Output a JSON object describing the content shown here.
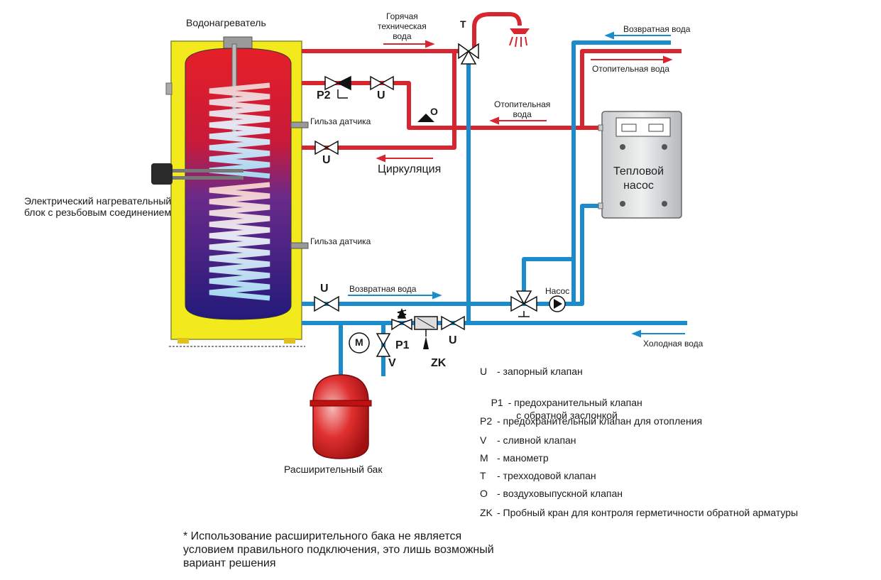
{
  "labels": {
    "heater": "Водонагреватель",
    "hot_water": "Горячая\nтехническая\nвода",
    "return_water_top": "Возвратная вода",
    "heating_water_out": "Отопительная вода",
    "heating_water_mid": "Отопительная\nвода",
    "sensor_sleeve_top": "Гильза датчика",
    "sensor_sleeve_bottom": "Гильза датчика",
    "circulation": "Циркуляция",
    "electric_block": "Электрический нагревательный\nблок с резьбовым соединением",
    "heat_pump": "Тепловой\nнасос",
    "return_water_bottom": "Возвратная  вода",
    "pump": "Насос",
    "cold_water": "Холодная вода",
    "expansion_tank": "Расширительный бак"
  },
  "valve_marks": {
    "T": "T",
    "P2": "P2",
    "U_top": "U",
    "O": "O",
    "U_circ": "U",
    "U_return": "U",
    "M": "M",
    "P1": "P1",
    "V": "V",
    "ZK": "ZK",
    "U_cold": "U"
  },
  "legend": [
    {
      "code": "U",
      "text": "- запорный клапан"
    },
    {
      "code": "P1",
      "text": "- предохранительный клапан\n   с обратной заслонкой"
    },
    {
      "code": "P2",
      "text": "- предохранительный клапан для отопления"
    },
    {
      "code": "V",
      "text": "- сливной клапан"
    },
    {
      "code": "M",
      "text": "- манометр"
    },
    {
      "code": "T",
      "text": "- трехходовой клапан"
    },
    {
      "code": "O",
      "text": "- воздуховыпускной клапан"
    },
    {
      "code": "ZK",
      "text": "- Пробный кран для контроля герметичности обратной арматуры"
    }
  ],
  "footnote": "* Использование расширительного бака не является\nусловием правильного подключения, это лишь возможный\nвариант решения",
  "colors": {
    "hot_pipe": "#d7262f",
    "cold_pipe": "#1a8ccc",
    "casing": "#f3ea1e",
    "tank_top": "#e0202a",
    "tank_bottom": "#2c1f86"
  }
}
